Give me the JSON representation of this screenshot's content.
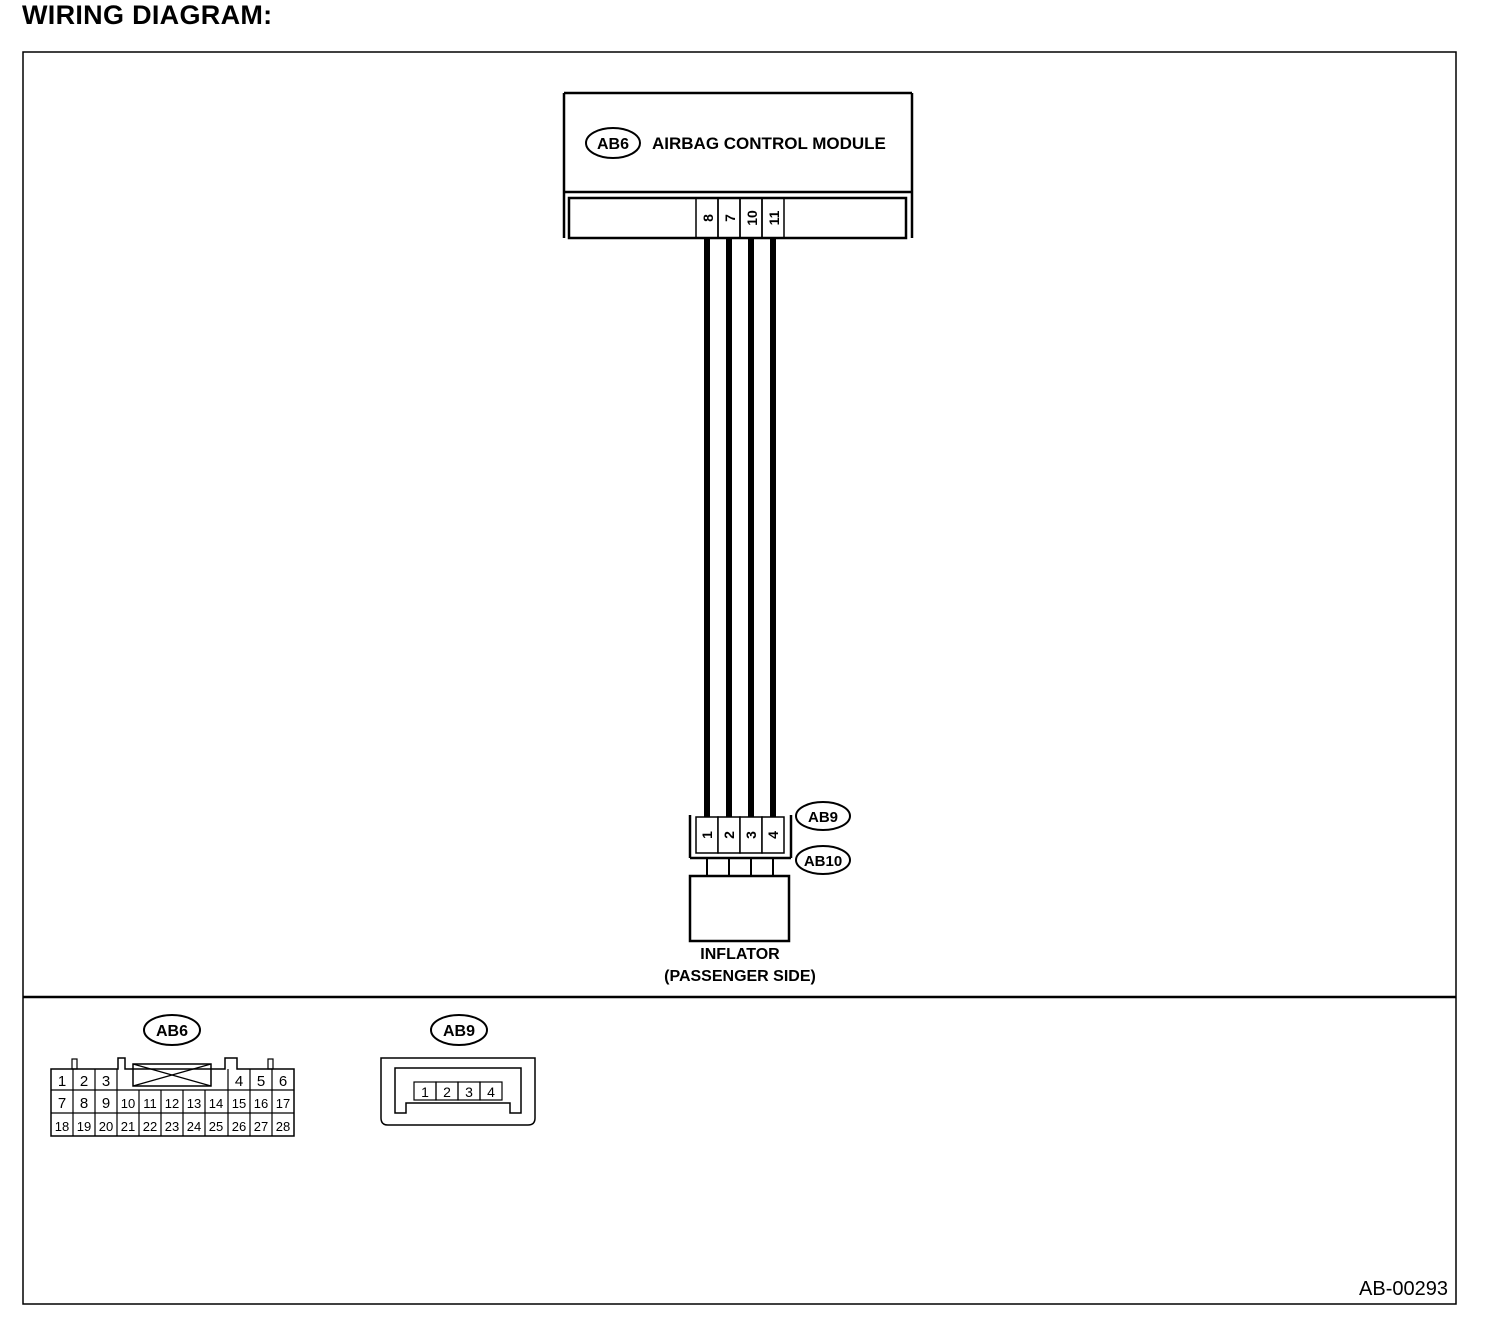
{
  "page_title": "WIRING DIAGRAM:",
  "module": {
    "connector": "AB6",
    "name": "AIRBAG CONTROL MODULE",
    "pins": [
      "8",
      "7",
      "10",
      "11"
    ]
  },
  "inflator": {
    "connector_top": "AB9",
    "connector_bottom": "AB10",
    "pins": [
      "1",
      "2",
      "3",
      "4"
    ],
    "label_line1": "INFLATOR",
    "label_line2": "(PASSENGER SIDE)"
  },
  "connector_views": {
    "ab6": {
      "label": "AB6",
      "row1_left": [
        "1",
        "2",
        "3"
      ],
      "row1_right": [
        "4",
        "5",
        "6"
      ],
      "row2": [
        "7",
        "8",
        "9",
        "10",
        "11",
        "12",
        "13",
        "14",
        "15",
        "16",
        "17"
      ],
      "row3": [
        "18",
        "19",
        "20",
        "21",
        "22",
        "23",
        "24",
        "25",
        "26",
        "27",
        "28"
      ]
    },
    "ab9": {
      "label": "AB9",
      "pins": [
        "1",
        "2",
        "3",
        "4"
      ]
    }
  },
  "figure_code": "AB-00293"
}
